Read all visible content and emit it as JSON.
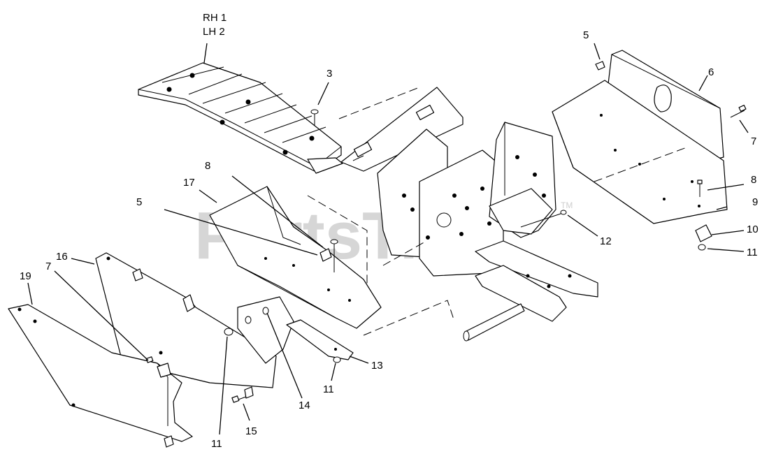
{
  "diagram": {
    "watermark": {
      "text": "PartsTree",
      "trademark": "TM"
    },
    "callouts": [
      {
        "id": "c-rh1",
        "text": "RH 1"
      },
      {
        "id": "c-lh2",
        "text": "LH 2"
      },
      {
        "id": "c-3",
        "text": "3"
      },
      {
        "id": "c-5-top",
        "text": "5"
      },
      {
        "id": "c-6",
        "text": "6"
      },
      {
        "id": "c-7-right",
        "text": "7"
      },
      {
        "id": "c-8-right",
        "text": "8"
      },
      {
        "id": "c-9",
        "text": "9"
      },
      {
        "id": "c-10",
        "text": "10"
      },
      {
        "id": "c-11-right",
        "text": "11"
      },
      {
        "id": "c-12",
        "text": "12"
      },
      {
        "id": "c-8-left",
        "text": "8"
      },
      {
        "id": "c-17",
        "text": "17"
      },
      {
        "id": "c-5-left",
        "text": "5"
      },
      {
        "id": "c-16",
        "text": "16"
      },
      {
        "id": "c-7-left",
        "text": "7"
      },
      {
        "id": "c-19",
        "text": "19"
      },
      {
        "id": "c-13",
        "text": "13"
      },
      {
        "id": "c-11-mid",
        "text": "11"
      },
      {
        "id": "c-14",
        "text": "14"
      },
      {
        "id": "c-15",
        "text": "15"
      },
      {
        "id": "c-11-bottom",
        "text": "11"
      }
    ]
  }
}
